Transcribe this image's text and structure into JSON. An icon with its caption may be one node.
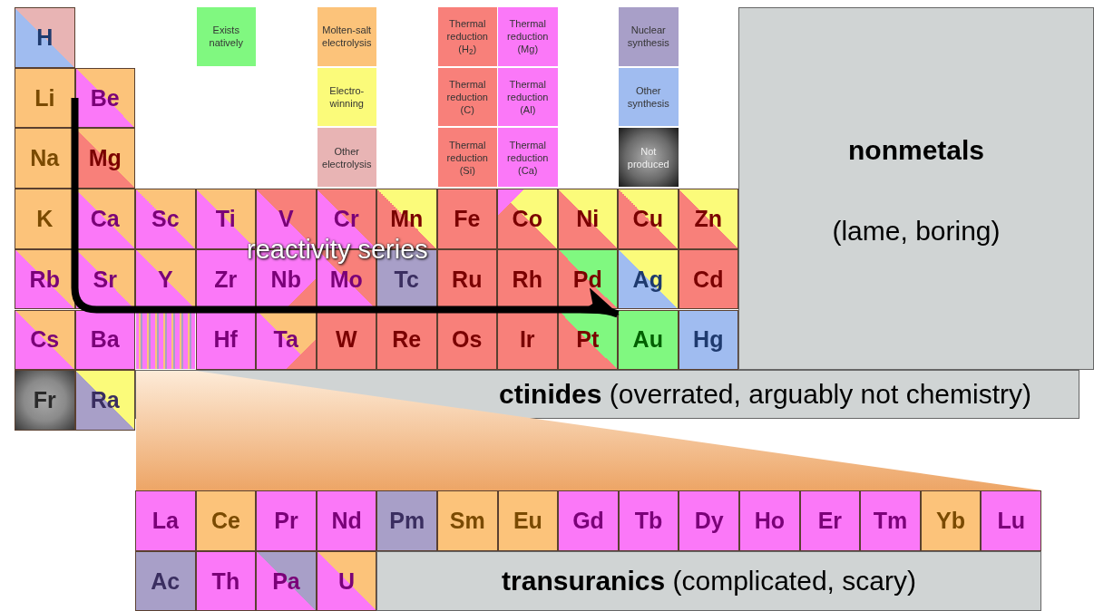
{
  "diagram": {
    "nodes": [
      {
        "text": [
          "H"
        ]
      },
      {
        "text": [
          "Li"
        ]
      },
      {
        "text": [
          "Be"
        ]
      },
      {
        "text": [
          "Na"
        ]
      },
      {
        "text": [
          "Mg"
        ]
      },
      {
        "text": [
          "K"
        ]
      },
      {
        "text": [
          "Ca"
        ]
      },
      {
        "text": [
          "Sc"
        ]
      },
      {
        "text": [
          "Ti"
        ]
      },
      {
        "text": [
          "V"
        ]
      },
      {
        "text": [
          "Cr"
        ]
      },
      {
        "text": [
          "Mn"
        ]
      },
      {
        "text": [
          "Fe"
        ]
      },
      {
        "text": [
          "Co"
        ]
      },
      {
        "text": [
          "Ni"
        ]
      },
      {
        "text": [
          "Cu"
        ]
      },
      {
        "text": [
          "Zn"
        ]
      },
      {
        "text": [
          "Rb"
        ]
      },
      {
        "text": [
          "Sr"
        ]
      },
      {
        "text": [
          "Y"
        ]
      },
      {
        "text": [
          "Zr"
        ]
      },
      {
        "text": [
          "Nb"
        ]
      },
      {
        "text": [
          "Mo"
        ]
      },
      {
        "text": [
          "Tc"
        ]
      },
      {
        "text": [
          "Ru"
        ]
      },
      {
        "text": [
          "Rh"
        ]
      },
      {
        "text": [
          "Pd"
        ]
      },
      {
        "text": [
          "Ag"
        ]
      },
      {
        "text": [
          "Cd"
        ]
      },
      {
        "text": [
          "Cs"
        ]
      },
      {
        "text": [
          "Ba"
        ]
      },
      {
        "text": [],
        "shape": "box"
      },
      {
        "text": [
          "Hf"
        ]
      },
      {
        "text": [
          "Ta"
        ]
      },
      {
        "text": [
          "W"
        ]
      },
      {
        "text": [
          "Re"
        ]
      },
      {
        "text": [
          "Os"
        ]
      },
      {
        "text": [
          "Ir"
        ]
      },
      {
        "text": [
          "Pt"
        ]
      },
      {
        "text": [
          "Au"
        ]
      },
      {
        "text": [
          "Hg"
        ]
      },
      {
        "text": [
          "Fr"
        ]
      },
      {
        "text": [
          "Ra"
        ]
      },
      {
        "text": [
          "nonmetals",
          "(lame, boring)"
        ]
      },
      {
        "text": [
          "**ctinides** (overrated, arguably not chemistry)"
        ]
      },
      {
        "text": [
          "La"
        ]
      },
      {
        "text": [
          "Ce"
        ]
      },
      {
        "text": [
          "Pr"
        ]
      },
      {
        "text": [
          "Nd"
        ]
      },
      {
        "text": [
          "Pm"
        ]
      },
      {
        "text": [
          "Sm"
        ]
      },
      {
        "text": [
          "Eu"
        ]
      },
      {
        "text": [
          "Gd"
        ]
      },
      {
        "text": [
          "Tb"
        ]
      },
      {
        "text": [
          "Dy"
        ]
      },
      {
        "text": [
          "Ho"
        ]
      },
      {
        "text": [
          "Er"
        ]
      },
      {
        "text": [
          "Tm"
        ]
      },
      {
        "text": [
          "Yb"
        ]
      },
      {
        "text": [
          "Lu"
        ]
      },
      {
        "text": [
          "Ac"
        ]
      },
      {
        "text": [
          "Th"
        ]
      },
      {
        "text": [
          "Pa"
        ]
      },
      {
        "text": [
          "U"
        ]
      },
      {
        "text": [
          "**transuranics** (complicated, scary)"
        ]
      }
    ],
    "edges": [
      {
        "from": 1,
        "to": 39,
        "arrow": "to",
        "label": "reactivity series"
      }
    ],
    "legend": [
      {
        "text": "Exists natively",
        "color": "#80f880"
      },
      {
        "text": "Molten-salt electrolysis",
        "color": "#fcc37a"
      },
      {
        "text": "Electro-winning",
        "color": "#fbfb7a"
      },
      {
        "text": "Other electrolysis",
        "color": "#e8b4b4"
      },
      {
        "text": "Thermal reduction (H$_{2}$)",
        "color": "#f8807a"
      },
      {
        "text": "Thermal reduction (Mg)",
        "color": "#fb78f8"
      },
      {
        "text": "Thermal reduction (C)",
        "color": "#f8807a"
      },
      {
        "text": "Thermal reduction (Al)",
        "color": "#fb78f8"
      },
      {
        "text": "Thermal reduction (Si)",
        "color": "#f8807a"
      },
      {
        "text": "Thermal reduction (Ca)",
        "color": "#fb78f8"
      },
      {
        "text": "Nuclear synthesis",
        "color": "#a89fc8"
      },
      {
        "text": "Other synthesis",
        "color": "#a0bcf0"
      },
      {
        "text": "Not produced",
        "color": "#6a6a6a"
      }
    ]
  }
}
